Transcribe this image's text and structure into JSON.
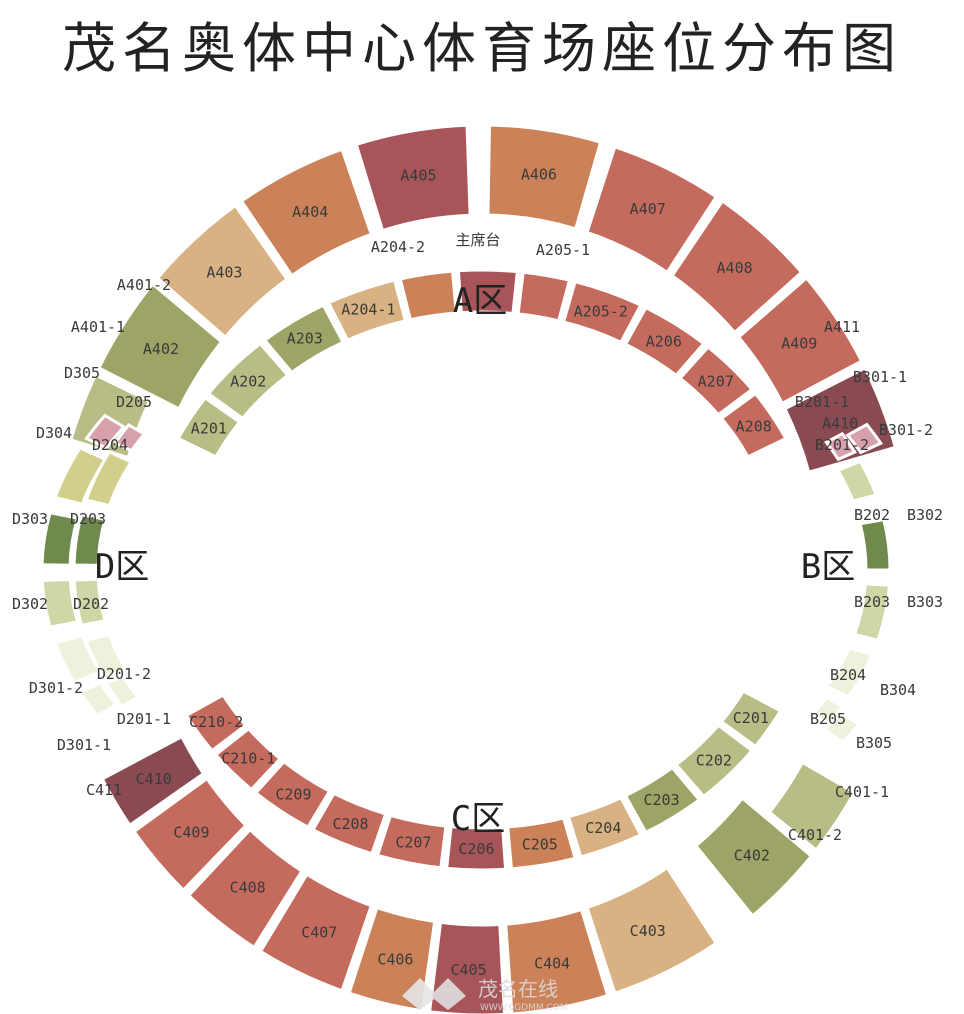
{
  "title": "茂名奥体中心体育场座位分布图",
  "colors": {
    "olive": "#9da466",
    "oliveLight": "#b9bd85",
    "sand": "#d8b283",
    "orange": "#cc8258",
    "rose": "#c46b5e",
    "wine": "#a8555a",
    "plum": "#8a4a52",
    "paleGreen": "#e9edcc",
    "greenLight": "#cfd7a6",
    "green": "#6f8a4c",
    "pink": "#d8a0aa",
    "paleCream": "#eef2dc",
    "yellowOlive": "#d2cf8c"
  },
  "zones": {
    "a": "A区",
    "b": "B区",
    "c": "C区",
    "d": "D区"
  },
  "seats": {
    "upper": {
      "a401_2": "A401-2",
      "a402": "A402",
      "a403": "A403",
      "a404": "A404",
      "a405": "A405",
      "a406": "A406",
      "a407": "A407",
      "a408": "A408",
      "a409": "A409",
      "a410": "A410",
      "c401_1": "C401-1",
      "c401_2": "C401-2",
      "c402": "C402",
      "c403": "C403",
      "c404": "C404",
      "c405": "C405",
      "c406": "C406",
      "c407": "C407",
      "c408": "C408",
      "c409": "C409",
      "c410": "C410"
    },
    "lower": {
      "a201": "A201",
      "a202": "A202",
      "a203": "A203",
      "a204_1": "A204-1",
      "a204_2": "A204-2",
      "vip": "主席台",
      "a205_1": "A205-1",
      "a205_2": "A205-2",
      "a206": "A206",
      "a207": "A207",
      "a208": "A208",
      "c201": "C201",
      "c202": "C202",
      "c203": "C203",
      "c204": "C204",
      "c205": "C205",
      "c206": "C206",
      "c207": "C207",
      "c208": "C208",
      "c209": "C209",
      "c210_1": "C210-1",
      "c210_2": "C210-2"
    },
    "smallLabels": {
      "a401_1": "A401-1",
      "a411": "A411",
      "c411": "C411"
    },
    "east": {
      "b301_1": "B301-1",
      "b201_1": "B201-1",
      "b301_2": "B301-2",
      "b201_2": "B201-2",
      "b202": "B202",
      "b302": "B302",
      "b203": "B203",
      "b303": "B303",
      "b204": "B204",
      "b304": "B304",
      "b205": "B205",
      "b305": "B305"
    },
    "west": {
      "d305": "D305",
      "d205": "D205",
      "d304": "D304",
      "d204": "D204",
      "d303": "D303",
      "d203": "D203",
      "d302": "D302",
      "d202": "D202",
      "d301_2": "D301-2",
      "d201_2": "D201-2",
      "d201_1": "D201-1",
      "d301_1": "D301-1"
    }
  },
  "watermark": {
    "brand": "茂名在线",
    "url": "WWW.0GDMM.COM"
  }
}
